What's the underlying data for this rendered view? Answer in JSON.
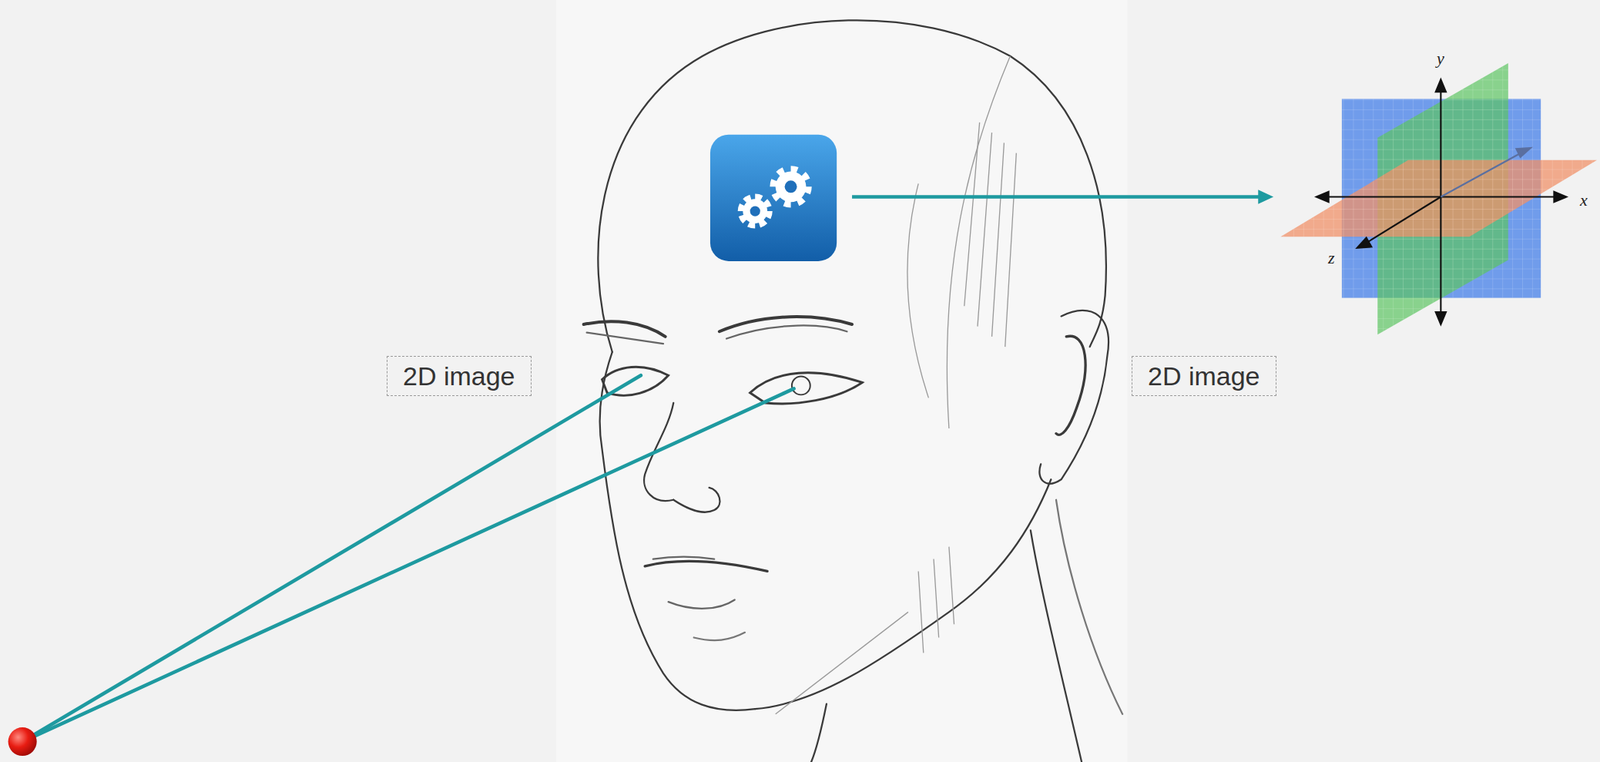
{
  "diagram": {
    "nodes": [
      {
        "text": [
          "2D image"
        ]
      },
      {
        "text": [
          "2D image"
        ]
      }
    ],
    "labels": [
      "y",
      "x",
      "z"
    ]
  }
}
